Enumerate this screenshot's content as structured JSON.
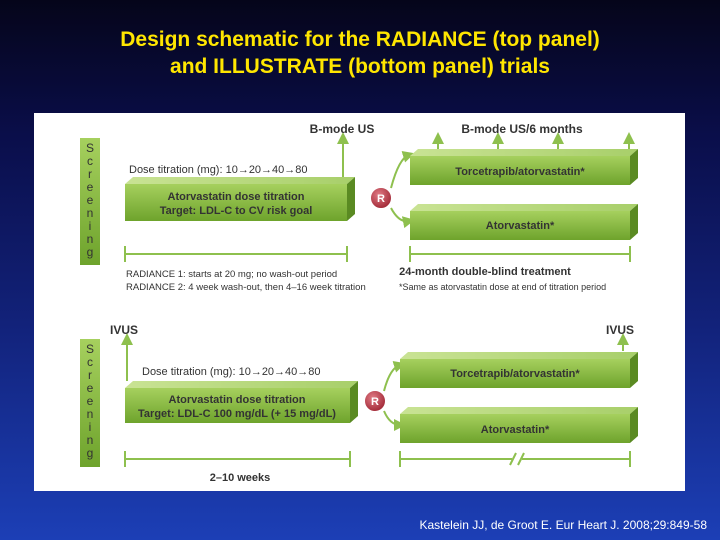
{
  "slide": {
    "title_line1": "Design schematic for the RADIANCE (top panel)",
    "title_line2": "and ILLUSTRATE (bottom panel) trials",
    "citation": "Kastelein JJ, de Groot E. Eur Heart J. 2008;29:849-58"
  },
  "top_panel": {
    "screening_letters": [
      "S",
      "c",
      "r",
      "e",
      "e",
      "n",
      "i",
      "n",
      "g"
    ],
    "bmode_us": "B-mode US",
    "bmode_us_6m": "B-mode US/6 months",
    "dose_titration": "Dose titration (mg): 10→20→40→80",
    "titration_box_line1": "Atorvastatin dose titration",
    "titration_box_line2": "Target: LDL-C to CV risk goal",
    "randomize": "R",
    "arm1": "Torcetrapib/atorvastatin*",
    "arm2": "Atorvastatin*",
    "note1": "RADIANCE 1: starts at 20 mg; no wash-out period",
    "note2": "RADIANCE 2: 4 week wash-out, then 4–16 week titration",
    "treatment_label": "24-month double-blind treatment",
    "footnote": "*Same as atorvastatin dose at end of titration period"
  },
  "bottom_panel": {
    "screening_letters": [
      "S",
      "c",
      "r",
      "e",
      "e",
      "n",
      "i",
      "n",
      "g"
    ],
    "ivus_left": "IVUS",
    "ivus_right": "IVUS",
    "dose_titration": "Dose titration (mg): 10→20→40→80",
    "titration_box_line1": "Atorvastatin dose titration",
    "titration_box_line2": "Target: LDL-C 100 mg/dL (+ 15 mg/dL)",
    "randomize": "R",
    "arm1": "Torcetrapib/atorvastatin*",
    "arm2": "Atorvastatin*",
    "duration_label": "2–10 weeks"
  },
  "colors": {
    "title": "#ffe600",
    "box_green": "#7fb23a",
    "box_green_top": "#b9dc7a",
    "box_green_dark": "#5a8a22",
    "randomize_red": "#b3323d",
    "line_green": "#8ec04e",
    "text_dark": "#333333"
  }
}
